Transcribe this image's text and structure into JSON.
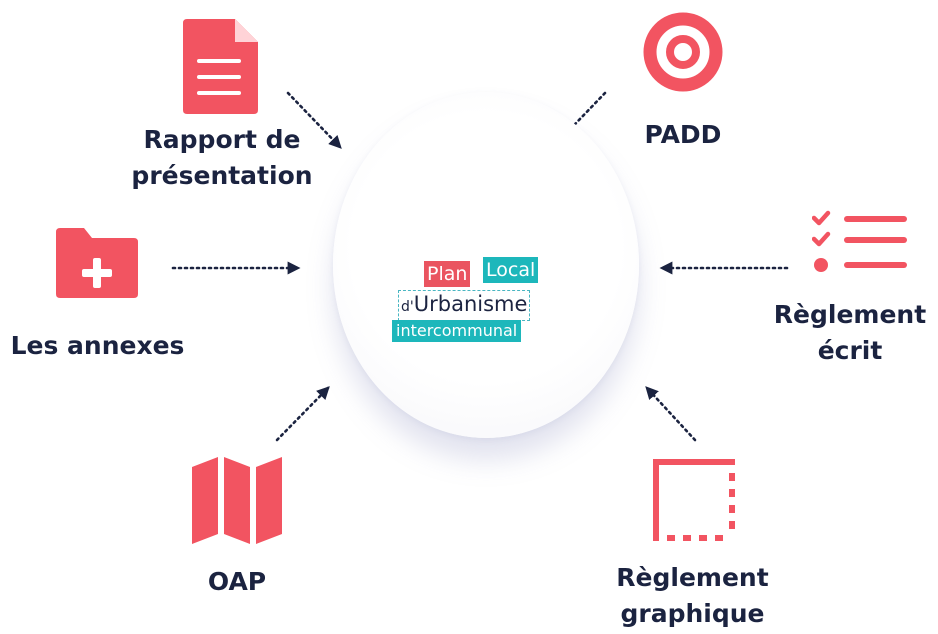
{
  "center": {
    "logo_plan": "Plan",
    "logo_local": "Local",
    "logo_d": "d'",
    "logo_urbanisme": "Urbanisme",
    "logo_intercommunal": "intercommunal"
  },
  "nodes": {
    "rapport": {
      "line1": "Rapport de",
      "line2": "présentation",
      "icon": "document-icon"
    },
    "padd": {
      "line1": "PADD",
      "icon": "target-icon"
    },
    "annexes": {
      "line1": "Les annexes",
      "icon": "folder-plus-icon"
    },
    "reglement_ecrit": {
      "line1": "Règlement",
      "line2": "écrit",
      "icon": "checklist-icon"
    },
    "oap": {
      "line1": "OAP",
      "icon": "map-icon"
    },
    "reglement_graphique": {
      "line1": "Règlement",
      "line2": "graphique",
      "icon": "dotted-frame-icon"
    }
  },
  "colors": {
    "accent": "#f25461",
    "teal": "#1db7bb",
    "text": "#1b2340",
    "arrow": "#1b2340"
  }
}
